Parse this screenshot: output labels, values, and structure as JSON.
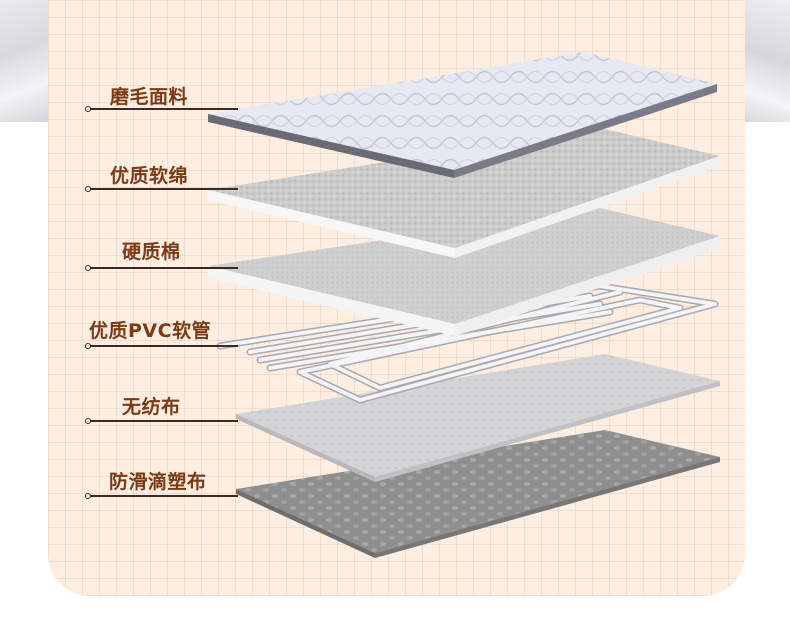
{
  "layers": [
    {
      "label": "磨毛面料"
    },
    {
      "label": "优质软绵"
    },
    {
      "label": "硬质棉"
    },
    {
      "label": "优质PVC软管"
    },
    {
      "label": "无纺布"
    },
    {
      "label": "防滑滴塑布"
    }
  ],
  "colors": {
    "panel_bg": "#fdeee1",
    "label_text": "#7a3a14",
    "leader_line": "#3a2a22"
  }
}
